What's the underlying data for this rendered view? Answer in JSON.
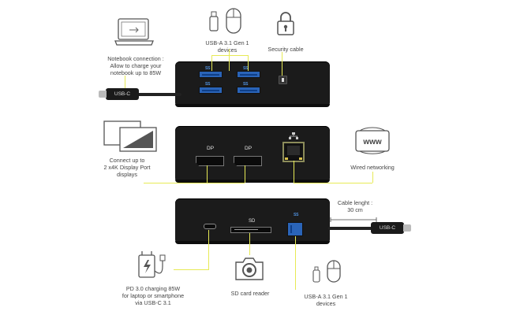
{
  "top": {
    "notebook_label": "Notebook connection :\nAllow to  charge your\nnotebook up to 85W",
    "usb_label": "USB-A 3.1 Gen 1\ndevices",
    "security_label": "Security cable",
    "usb_port_badge": "SS",
    "usbc_plug_label": "USB-C"
  },
  "middle": {
    "dp_label_1": "DP",
    "dp_label_2": "DP",
    "display_label": "Connect up to\n2 x4K Display Port\ndisplays",
    "www_label": "www",
    "network_label": "Wired networking"
  },
  "bottom": {
    "sd_port_label": "SD",
    "usb_port_badge": "SS",
    "cable_label": "Cable lenght :\n30 cm",
    "usbc_plug_label": "USB-C",
    "pd_label": "PD 3.0 charging 85W\nfor laptop or smartphone\nvia USB-C 3.1",
    "sd_reader_label": "SD card reader",
    "usb_label": "USB-A 3.1 Gen 1\ndevices"
  },
  "colors": {
    "accent_line": "#e7ea55",
    "dock": "#1b1b1b",
    "usb_blue": "#2a64b8"
  }
}
